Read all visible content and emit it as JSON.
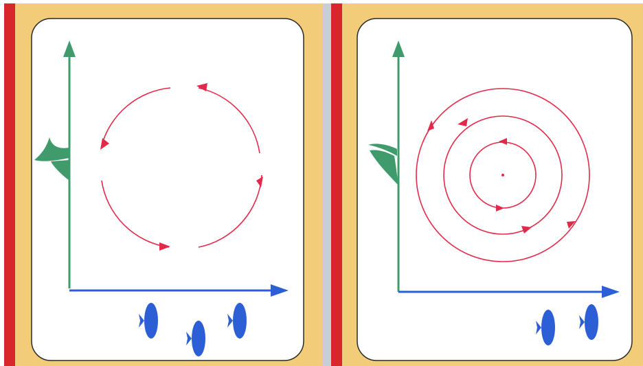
{
  "colors": {
    "frame": "#f2cc78",
    "edge_bar": "#d8262b",
    "card": "#ffffff",
    "card_border": "#2a2a2a",
    "predator_axis": "#3f9b6b",
    "prey_axis": "#2c5fd6",
    "orbit": "#e3294a",
    "divider": "#c9ced6"
  },
  "panels": [
    {
      "y_axis_icon": "shark-fin-icon",
      "x_axis_icon": "fish-icon",
      "x_axis_icon_count": 3,
      "orbit_style": "single closed cycle with four arrows",
      "orbit_direction": "counterclockwise"
    },
    {
      "y_axis_icon": "shark-fin-icon",
      "x_axis_icon": "fish-icon",
      "x_axis_icon_count": 2,
      "orbit_style": "concentric closed cycles around a central equilibrium point",
      "orbit_count": 3,
      "has_center_point": true,
      "orbit_direction": "counterclockwise"
    }
  ]
}
